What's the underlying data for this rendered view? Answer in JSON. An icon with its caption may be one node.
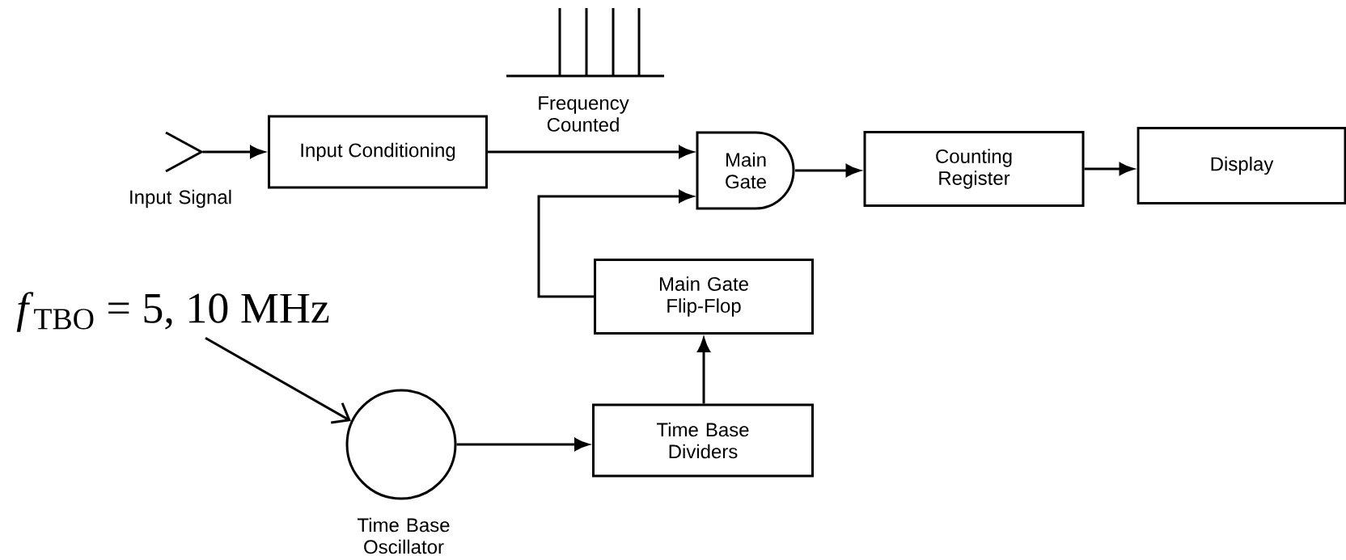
{
  "diagram": {
    "nodes": [
      {
        "text": [],
        "shape": "picture",
        "beside": [
          "Input Signal"
        ]
      },
      {
        "text": [
          "Input Conditioning"
        ]
      },
      {
        "text": [
          "Main Gate"
        ]
      },
      {
        "text": [
          "Counting Register"
        ]
      },
      {
        "text": [
          "Display"
        ]
      },
      {
        "text": [
          "Main Gate Flip-Flop"
        ]
      },
      {
        "text": [
          "Time Base Dividers"
        ]
      },
      {
        "text": [],
        "shape": "circle",
        "beside": [
          "Time Base Oscillator"
        ]
      },
      {
        "text": [
          "*f*$_{TBO}$ = 5, 10 MHz"
        ]
      }
    ],
    "edges": [
      {
        "from": 0,
        "to": 1,
        "arrow": "to"
      },
      {
        "from": 1,
        "to": 2,
        "arrow": "to",
        "label": "Frequency Counted"
      },
      {
        "from": 2,
        "to": 3,
        "arrow": "to"
      },
      {
        "from": 3,
        "to": 4,
        "arrow": "to"
      },
      {
        "from": 5,
        "to": 2,
        "arrow": "to"
      },
      {
        "from": 6,
        "to": 5,
        "arrow": "to"
      },
      {
        "from": 7,
        "to": 6,
        "arrow": "to"
      },
      {
        "from": 8,
        "to": 7,
        "arrow": "to"
      }
    ]
  }
}
